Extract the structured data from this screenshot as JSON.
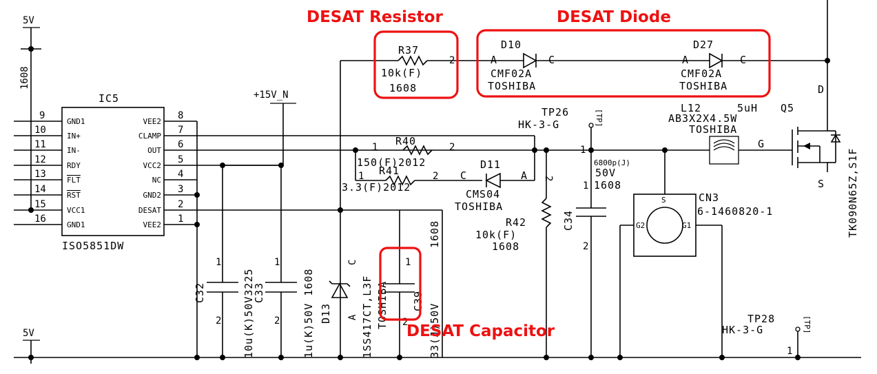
{
  "annotations": {
    "desat_resistor": "DESAT Resistor",
    "desat_diode": "DESAT Diode",
    "desat_capacitor": "DESAT Capacitor",
    "accent_color": "#ee1111"
  },
  "rails": {
    "top_5v": "5V",
    "bottom_5v": "5V",
    "p15v": "+15V_N",
    "left_1608": "1608"
  },
  "ic5": {
    "ref": "IC5",
    "part": "ISO5851DW",
    "left_pins": [
      {
        "num": "9",
        "name": "GND1"
      },
      {
        "num": "10",
        "name": "IN+"
      },
      {
        "num": "11",
        "name": "IN-"
      },
      {
        "num": "12",
        "name": "RDY"
      },
      {
        "num": "13",
        "name": "FLT"
      },
      {
        "num": "14",
        "name": "RST"
      },
      {
        "num": "15",
        "name": "VCC1"
      },
      {
        "num": "16",
        "name": "GND1"
      }
    ],
    "right_pins": [
      {
        "num": "8",
        "name": "VEE2"
      },
      {
        "num": "7",
        "name": "CLAMP"
      },
      {
        "num": "6",
        "name": "OUT"
      },
      {
        "num": "5",
        "name": "VCC2"
      },
      {
        "num": "4",
        "name": "NC"
      },
      {
        "num": "3",
        "name": "GND2"
      },
      {
        "num": "2",
        "name": "DESAT"
      },
      {
        "num": "1",
        "name": "VEE2"
      }
    ]
  },
  "r37": {
    "ref": "R37",
    "value": "10k(F)",
    "pkg": "1608",
    "pin2": "2"
  },
  "d10": {
    "ref": "D10",
    "a": "A",
    "c": "C",
    "part": "CMF02A",
    "mfr": "TOSHIBA"
  },
  "d27": {
    "ref": "D27",
    "a": "A",
    "c": "C",
    "part": "CMF02A",
    "mfr": "TOSHIBA"
  },
  "r40": {
    "ref": "R40",
    "pin1": "1",
    "pin2": "2",
    "value": "150(F)2012"
  },
  "r41": {
    "ref": "R41",
    "pin1": "1",
    "pin2": "2",
    "value": "3.3(F)2012"
  },
  "d11": {
    "ref": "D11",
    "c": "C",
    "a": "A",
    "part": "CMS04",
    "mfr": "TOSHIBA"
  },
  "r42": {
    "ref": "R42",
    "pin2": "2",
    "value": "10k(F)",
    "pkg": "1608"
  },
  "tp26": {
    "ref": "TP26",
    "part": "HK-3-G",
    "tag": "[TP]",
    "pin1": "1"
  },
  "tp28": {
    "ref": "TP28",
    "part": "HK-3-G",
    "tag": "[TP]",
    "pin1": "1"
  },
  "c34": {
    "ref": "C34",
    "value": "6800p(J)",
    "volt": "50V",
    "pkg": "1608",
    "pin1": "1",
    "pin2": "2"
  },
  "c32": {
    "ref": "C32",
    "label": "10u(K)50V3225",
    "pin1": "1",
    "pin2": "2"
  },
  "c33": {
    "ref": "C33",
    "label": "1u(K)50V 1608",
    "pin1": "1",
    "pin2": "2"
  },
  "d13": {
    "ref": "D13",
    "a": "A",
    "c": "C",
    "label": "1SS417CT,L3F",
    "mfr": "TOSHIBA"
  },
  "c39": {
    "ref": "C39",
    "label": "33(J)50V",
    "pkg": "1608",
    "pin1": "1",
    "pin2": "2"
  },
  "l12": {
    "ref": "L12",
    "value": "5uH",
    "part": "AB3X2X4.5W",
    "mfr": "TOSHIBA"
  },
  "q5": {
    "ref": "Q5",
    "part": "TK090N65Z,S1F",
    "d": "D",
    "g": "G",
    "s": "S"
  },
  "cn3": {
    "ref": "CN3",
    "part": "6-1460820-1",
    "pin_s": "S",
    "pin_g1": "G1",
    "pin_g2": "G2"
  }
}
